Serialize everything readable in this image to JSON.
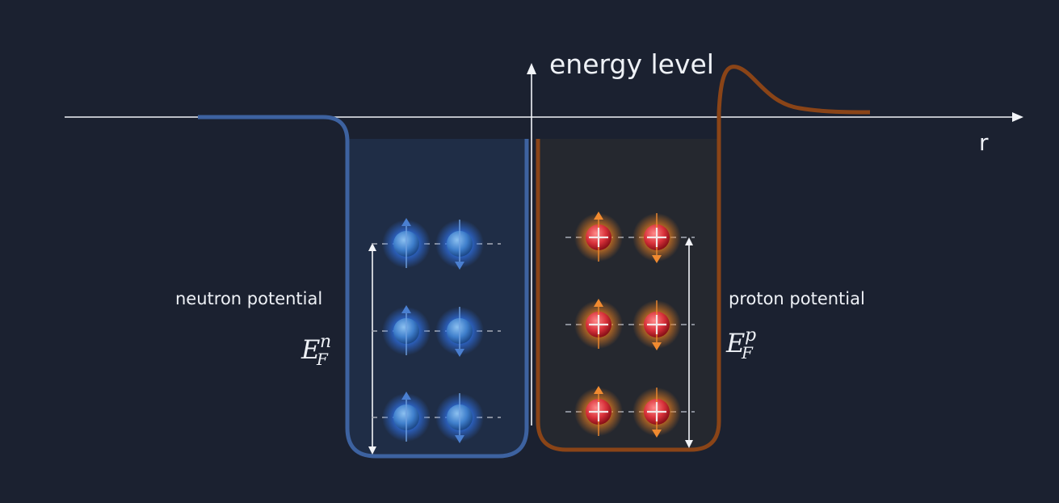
{
  "axis": {
    "y_label": "energy level",
    "x_label": "r"
  },
  "neutron": {
    "label": "neutron potential",
    "fermi_symbol": "E",
    "fermi_sub": "F",
    "fermi_sup": "n",
    "levels": 3,
    "spins": [
      "up",
      "down"
    ],
    "color": "#3d62a0",
    "particle_color": "#4a86d0"
  },
  "proton": {
    "label": "proton potential",
    "fermi_symbol": "E",
    "fermi_sub": "F",
    "fermi_sup": "p",
    "levels": 3,
    "spins": [
      "up",
      "down"
    ],
    "color": "#8a4417",
    "particle_color": "#d8313a",
    "spin_color": "#f08a30"
  }
}
